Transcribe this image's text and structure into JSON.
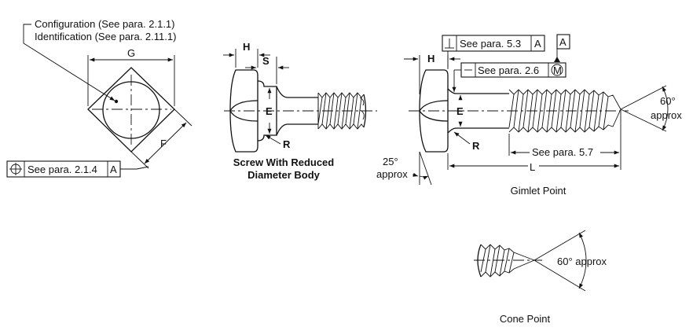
{
  "labels": {
    "configuration": "Configuration (See para. 2.1.1)",
    "identification": "Identification (See para. 2.11.1)",
    "dim_g": "G",
    "dim_f": "F",
    "position_ref": "See para. 2.1.4",
    "position_datum": "A",
    "dim_h_left": "H",
    "dim_s": "S",
    "dim_e_left": "E",
    "dim_r_left": "R",
    "caption_reduced_line1": "Screw With Reduced",
    "caption_reduced_line2": "Diameter Body",
    "perp_ref": "See para. 5.3",
    "perp_datum": "A",
    "datum_label": "A",
    "straight_ref": "See para. 2.6",
    "mmc": "M",
    "dim_h_right": "H",
    "dim_e_right": "E",
    "dim_r_right": "R",
    "angle_head_line1": "25°",
    "angle_head_line2": "approx",
    "thread_ref": "See para. 5.7",
    "dim_l": "L",
    "gimlet_angle_line1": "60°",
    "gimlet_angle_line2": "approx",
    "caption_gimlet": "Gimlet Point",
    "cone_angle": "60° approx",
    "caption_cone": "Cone Point"
  },
  "icons": {
    "position": "position-tolerance-icon",
    "perpendicularity": "perpendicularity-icon",
    "straightness": "straightness-icon"
  }
}
